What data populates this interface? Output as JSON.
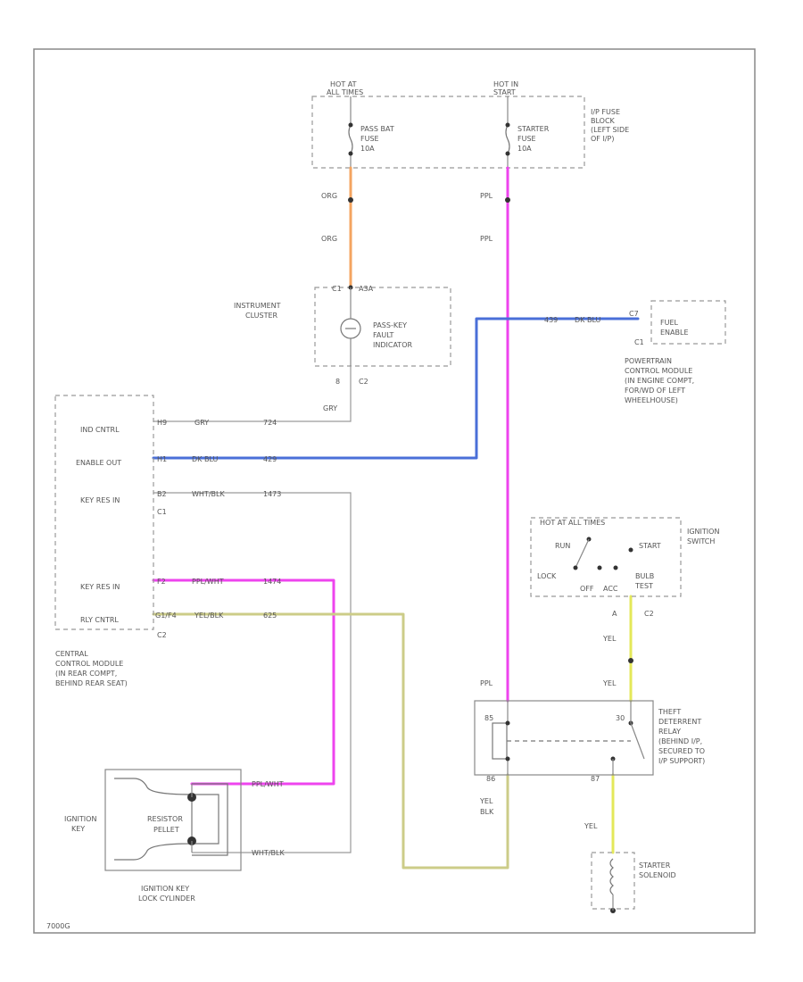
{
  "colors": {
    "orange": "#f4a460",
    "pink": "#ee44ee",
    "blue": "#4a6fd8",
    "yellow": "#e4e85a",
    "olive": "#cccc88",
    "gray": "#9a9a9a"
  },
  "fuse_block": {
    "hot1": "HOT AT",
    "hot1b": "ALL TIMES",
    "hot2": "HOT IN",
    "hot2b": "START",
    "fuse1_name": "PASS BAT",
    "fuse1_type": "FUSE",
    "fuse1_amp": "10A",
    "fuse2_name": "STARTER",
    "fuse2_type": "FUSE",
    "fuse2_amp": "10A",
    "label_1": "I/P FUSE",
    "label_2": "BLOCK",
    "label_3": "(LEFT SIDE",
    "label_4": "OF I/P)"
  },
  "wires": {
    "org_1": "ORG",
    "org_2": "ORG",
    "ppl_1": "PPL",
    "ppl_2": "PPL",
    "gry": "GRY",
    "gry_2": "GRY",
    "dk_blu": "DK BLU",
    "dk_blu_2": "DK BLU",
    "wht_blk": "WHT/BLK",
    "wht_blk_2": "WHT/BLK",
    "ppl_wht": "PPL/WHT",
    "ppl_wht_2": "PPL/WHT",
    "yel_blk": "YEL/BLK",
    "yel_1": "YEL",
    "yel_2": "YEL",
    "yel_3": "YEL",
    "ppl_3": "PPL",
    "yel_4": "YEL",
    "blk": "BLK"
  },
  "cluster": {
    "label_1": "INSTRUMENT",
    "label_2": "CLUSTER",
    "pin_top": "C1",
    "pin_top2": "A3A",
    "ind_1": "PASS-KEY",
    "ind_2": "FAULT",
    "ind_3": "INDICATOR",
    "pin_bottom": "8",
    "conn_bottom": "C2"
  },
  "pcm": {
    "pin": "C7",
    "pin_num": "439",
    "inner": "FUEL",
    "inner2": "ENABLE",
    "conn": "C1",
    "label_1": "POWERTRAIN",
    "label_2": "CONTROL MODULE",
    "label_3": "(IN ENGINE COMPT,",
    "label_4": "FOR/WD OF LEFT",
    "label_5": "WHEELHOUSE)"
  },
  "ccm": {
    "row1": "IND CNTRL",
    "row2": "ENABLE OUT",
    "row3": "KEY RES IN",
    "row4": "KEY RES IN",
    "row5": "RLY CNTRL",
    "pin1": "H9",
    "pin1_num": "724",
    "pin2": "H1",
    "pin2_num": "429",
    "pin3": "B2",
    "pin3_num": "1473",
    "pin4": "F2",
    "pin4_num": "1474",
    "pin5": "G1/F4",
    "pin5_num": "625",
    "conn1": "C1",
    "conn2": "C2",
    "label_1": "CENTRAL",
    "label_2": "CONTROL MODULE",
    "label_3": "(IN REAR COMPT,",
    "label_4": "BEHIND REAR SEAT)"
  },
  "ign_switch": {
    "hot": "HOT AT ALL TIMES",
    "run": "RUN",
    "start": "START",
    "lock": "LOCK",
    "acc": "ACC",
    "off": "OFF",
    "bulb_test": "BULB",
    "bulb_test_2": "TEST",
    "bulb_test_3": "",
    "conn_a": "A",
    "conn": "C2",
    "label_1": "IGNITION",
    "label_2": "SWITCH"
  },
  "relay": {
    "pin_85": "85",
    "pin_30": "30",
    "pin_86": "86",
    "pin_87": "87",
    "label_1": "THEFT",
    "label_2": "DETERRENT",
    "label_3": "RELAY",
    "label_4": "(BEHIND I/P,",
    "label_5": "SECURED TO",
    "label_6": "I/P SUPPORT)"
  },
  "starter": {
    "label_1": "STARTER",
    "label_2": "SOLENOID"
  },
  "lock_cyl": {
    "key_1": "IGNITION",
    "key_2": "KEY",
    "pellet_1": "RESISTOR",
    "pellet_2": "PELLET",
    "label_1": "IGNITION KEY",
    "label_2": "LOCK CYLINDER"
  },
  "code": "7000G"
}
